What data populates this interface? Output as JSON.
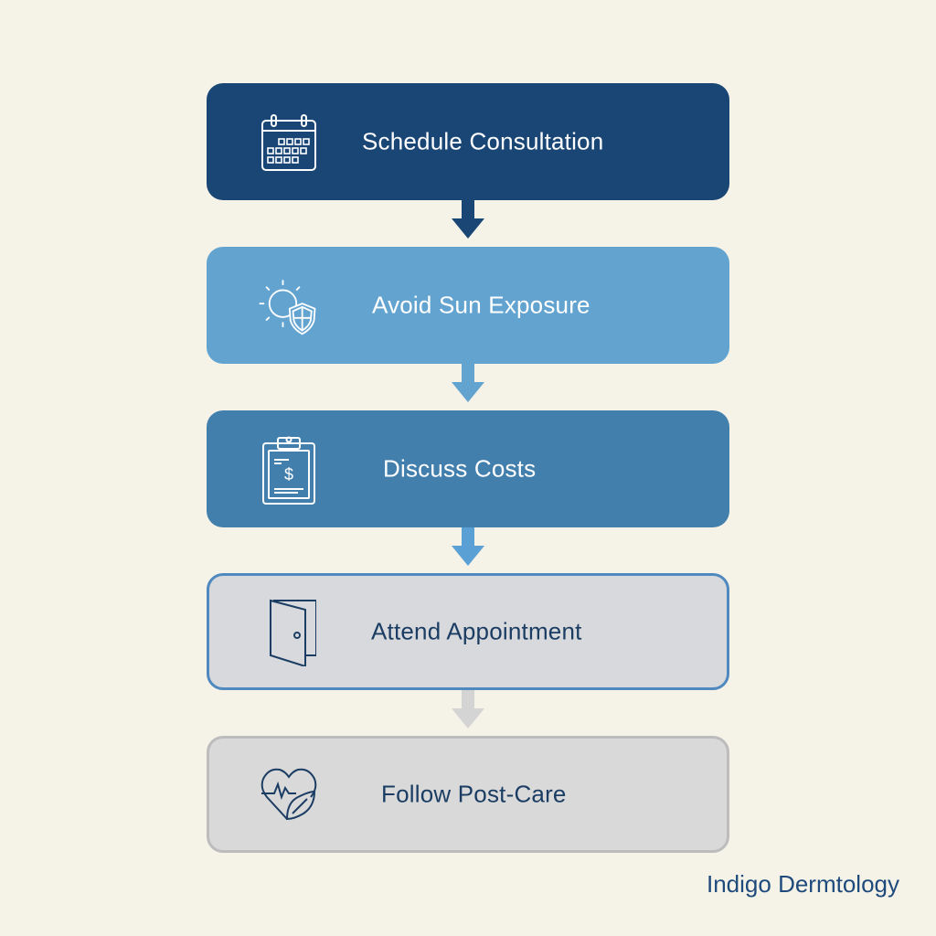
{
  "diagram": {
    "type": "vertical-process-flow",
    "steps": [
      {
        "label": "Schedule Consultation",
        "icon": "calendar-icon",
        "fill": "#1a4676",
        "text_color": "#ffffff"
      },
      {
        "label": "Avoid Sun Exposure",
        "icon": "sun-shield-icon",
        "fill": "#63a3d0",
        "text_color": "#ffffff"
      },
      {
        "label": "Discuss Costs",
        "icon": "clipboard-dollar-icon",
        "fill": "#437fad",
        "text_color": "#ffffff"
      },
      {
        "label": "Attend Appointment",
        "icon": "door-icon",
        "fill": "#d8d9dc",
        "text_color": "#1b3d63",
        "border": "#4f89bf"
      },
      {
        "label": "Follow Post-Care",
        "icon": "heart-pulse-leaf-icon",
        "fill": "#d9d9d9",
        "text_color": "#1b3d63",
        "border": "#bcbcbc"
      }
    ],
    "connectors": [
      {
        "from": 0,
        "to": 1,
        "color": "#1a4676"
      },
      {
        "from": 1,
        "to": 2,
        "color": "#63a3d0"
      },
      {
        "from": 2,
        "to": 3,
        "color": "#5aa0d4"
      },
      {
        "from": 3,
        "to": 4,
        "color": "#d4d4d4"
      }
    ]
  },
  "brand": {
    "name": "Indigo Dermtology"
  },
  "colors": {
    "background": "#f5f2e7",
    "brand_text": "#1e4a7c"
  }
}
